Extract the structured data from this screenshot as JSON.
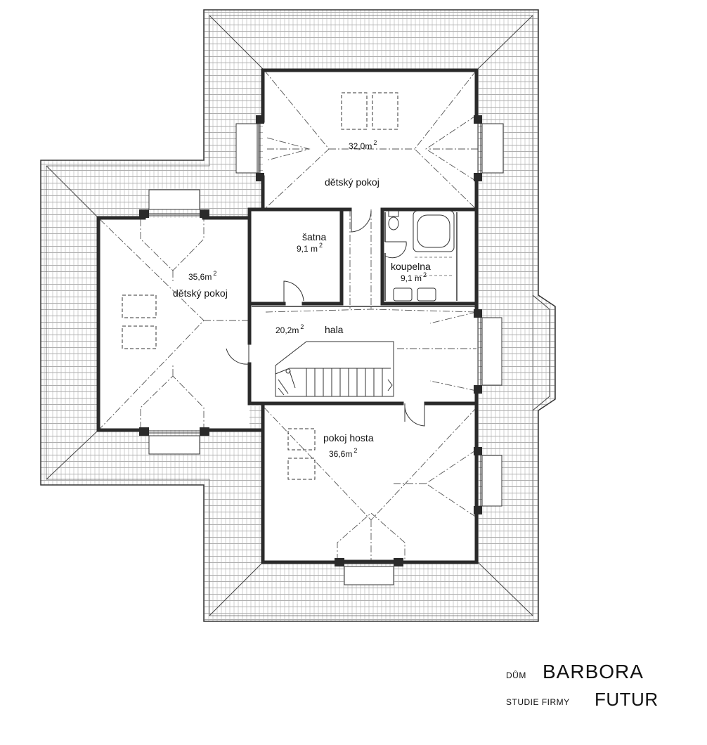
{
  "rooms": {
    "top_kids": {
      "area": "32,0m",
      "area_sup": "2",
      "name": "dětský pokoj"
    },
    "left_kids": {
      "area": "35,6m",
      "area_sup": "2",
      "name": "dětský pokoj"
    },
    "wardrobe": {
      "name": "šatna",
      "area": "9,1 m",
      "area_sup": "2"
    },
    "bathroom": {
      "name": "koupelna",
      "area": "9,1 m",
      "area_sup": "2"
    },
    "hall": {
      "area": "20,2m",
      "area_sup": "2",
      "name": "hala"
    },
    "guest": {
      "name": "pokoj hosta",
      "area": "36,6m",
      "area_sup": "2"
    }
  },
  "caption": {
    "house_prefix": "DŮM",
    "house_name": "BARBORA",
    "studio_prefix": "STUDIE FIRMY",
    "studio_name": "FUTUR"
  },
  "colors": {
    "wall": "#2a2a2a",
    "line": "#333333",
    "paper": "#ffffff"
  }
}
